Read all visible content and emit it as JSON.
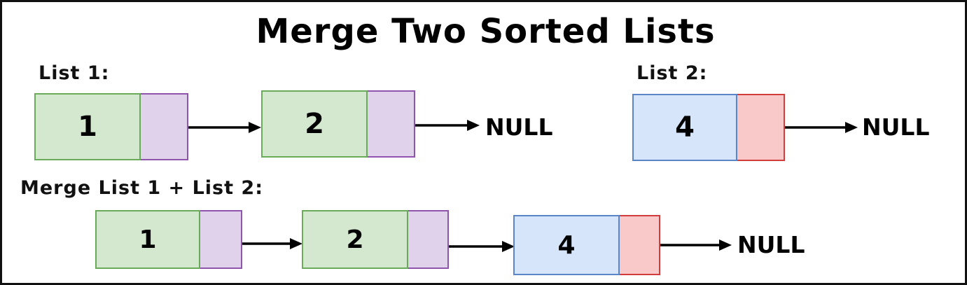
{
  "diagram": {
    "title": "Merge Two Sorted Lists",
    "border_color": "#111111",
    "background": "#ffffff"
  },
  "palette": {
    "green_fill": "#d3e8cf",
    "green_stroke": "#6aab5a",
    "purple_fill": "#e0d2ea",
    "purple_stroke": "#8f55ad",
    "blue_fill": "#d7e5fa",
    "blue_stroke": "#5a86c8",
    "red_fill": "#f9c9c9",
    "red_stroke": "#d23c3c",
    "arrow_color": "#000000",
    "text_color": "#000000"
  },
  "rows": [
    {
      "id": "list1",
      "label": "List 1:",
      "nodes": [
        {
          "value": "1",
          "data_color": "green",
          "pointer_color": "purple"
        },
        {
          "value": "2",
          "data_color": "green",
          "pointer_color": "purple"
        }
      ],
      "terminator": "NULL"
    },
    {
      "id": "list2",
      "label": "List 2:",
      "nodes": [
        {
          "value": "4",
          "data_color": "blue",
          "pointer_color": "red"
        }
      ],
      "terminator": "NULL"
    },
    {
      "id": "merged",
      "label": "Merge List 1 + List 2:",
      "nodes": [
        {
          "value": "1",
          "data_color": "green",
          "pointer_color": "purple"
        },
        {
          "value": "2",
          "data_color": "green",
          "pointer_color": "purple"
        },
        {
          "value": "4",
          "data_color": "blue",
          "pointer_color": "red"
        }
      ],
      "terminator": "NULL"
    }
  ]
}
